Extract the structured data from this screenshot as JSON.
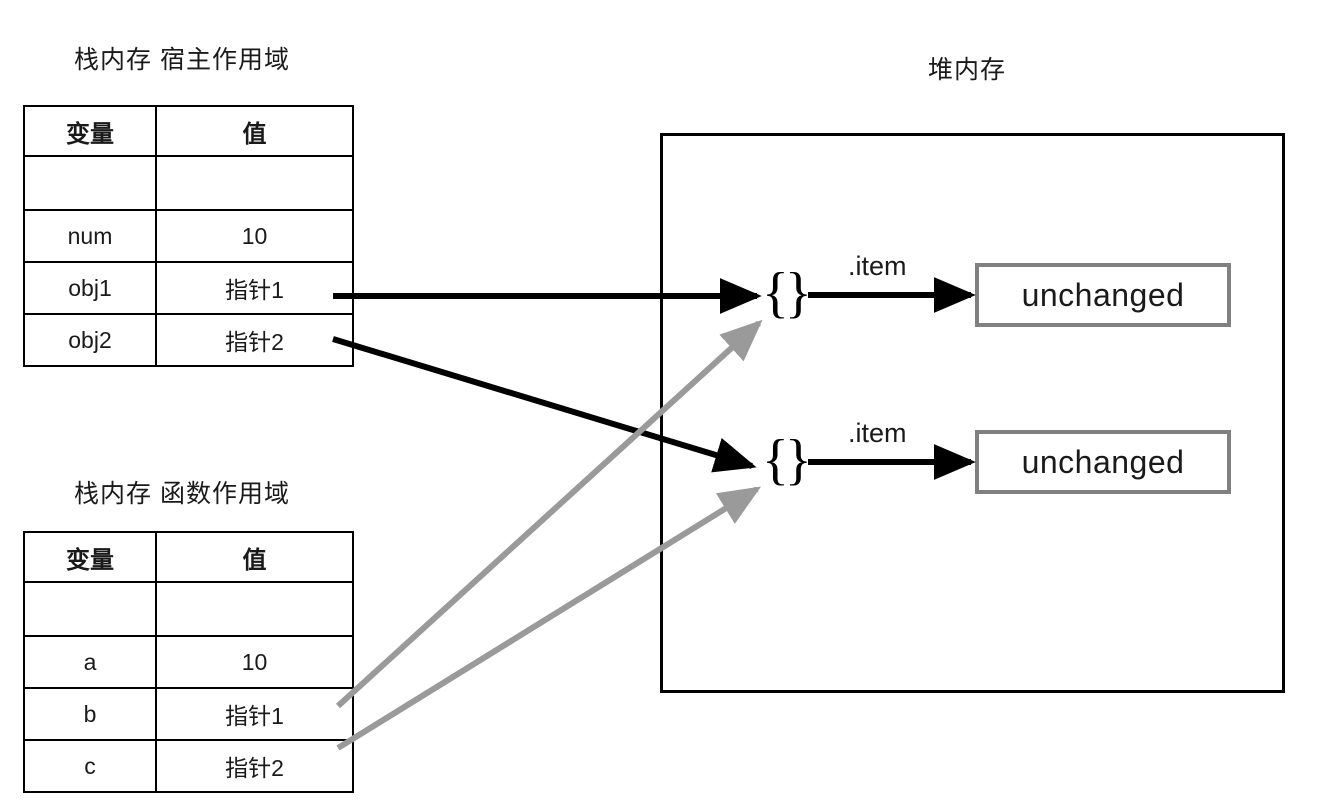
{
  "diagram": {
    "title_stack_host": "栈内存 宿主作用域",
    "title_stack_function": "栈内存 函数作用域",
    "title_heap": "堆内存",
    "colors": {
      "stroke_black": "#000000",
      "stroke_gray": "#9a9a9a",
      "value_box_border": "#808080",
      "text": "#1a1a1a",
      "background": "#ffffff"
    }
  },
  "stack_host": {
    "headers": [
      "变量",
      "值"
    ],
    "rows": [
      {
        "variable": "",
        "value": ""
      },
      {
        "variable": "num",
        "value": "10"
      },
      {
        "variable": "obj1",
        "value": "指针1"
      },
      {
        "variable": "obj2",
        "value": "指针2"
      }
    ]
  },
  "stack_function": {
    "headers": [
      "变量",
      "值"
    ],
    "rows": [
      {
        "variable": "",
        "value": ""
      },
      {
        "variable": "a",
        "value": "10"
      },
      {
        "variable": "b",
        "value": "指针1"
      },
      {
        "variable": "c",
        "value": "指针2"
      }
    ]
  },
  "heap": {
    "objects": [
      {
        "symbol": "{}",
        "edge_label": ".item",
        "value": "unchanged"
      },
      {
        "symbol": "{}",
        "edge_label": ".item",
        "value": "unchanged"
      }
    ]
  },
  "arrows": [
    {
      "name": "obj1-to-heap-object-1",
      "color": "black",
      "from": "stack-host obj1 指针1",
      "to": "heap object 1"
    },
    {
      "name": "obj2-to-heap-object-2",
      "color": "black",
      "from": "stack-host obj2 指针2",
      "to": "heap object 2"
    },
    {
      "name": "b-to-heap-object-1",
      "color": "gray",
      "from": "stack-function b 指针1",
      "to": "heap object 1"
    },
    {
      "name": "c-to-heap-object-2",
      "color": "gray",
      "from": "stack-function c 指针2",
      "to": "heap object 2"
    },
    {
      "name": "heap-object-1-item",
      "color": "black",
      "from": "heap object 1",
      "to": "unchanged box 1"
    },
    {
      "name": "heap-object-2-item",
      "color": "black",
      "from": "heap object 2",
      "to": "unchanged box 2"
    }
  ]
}
